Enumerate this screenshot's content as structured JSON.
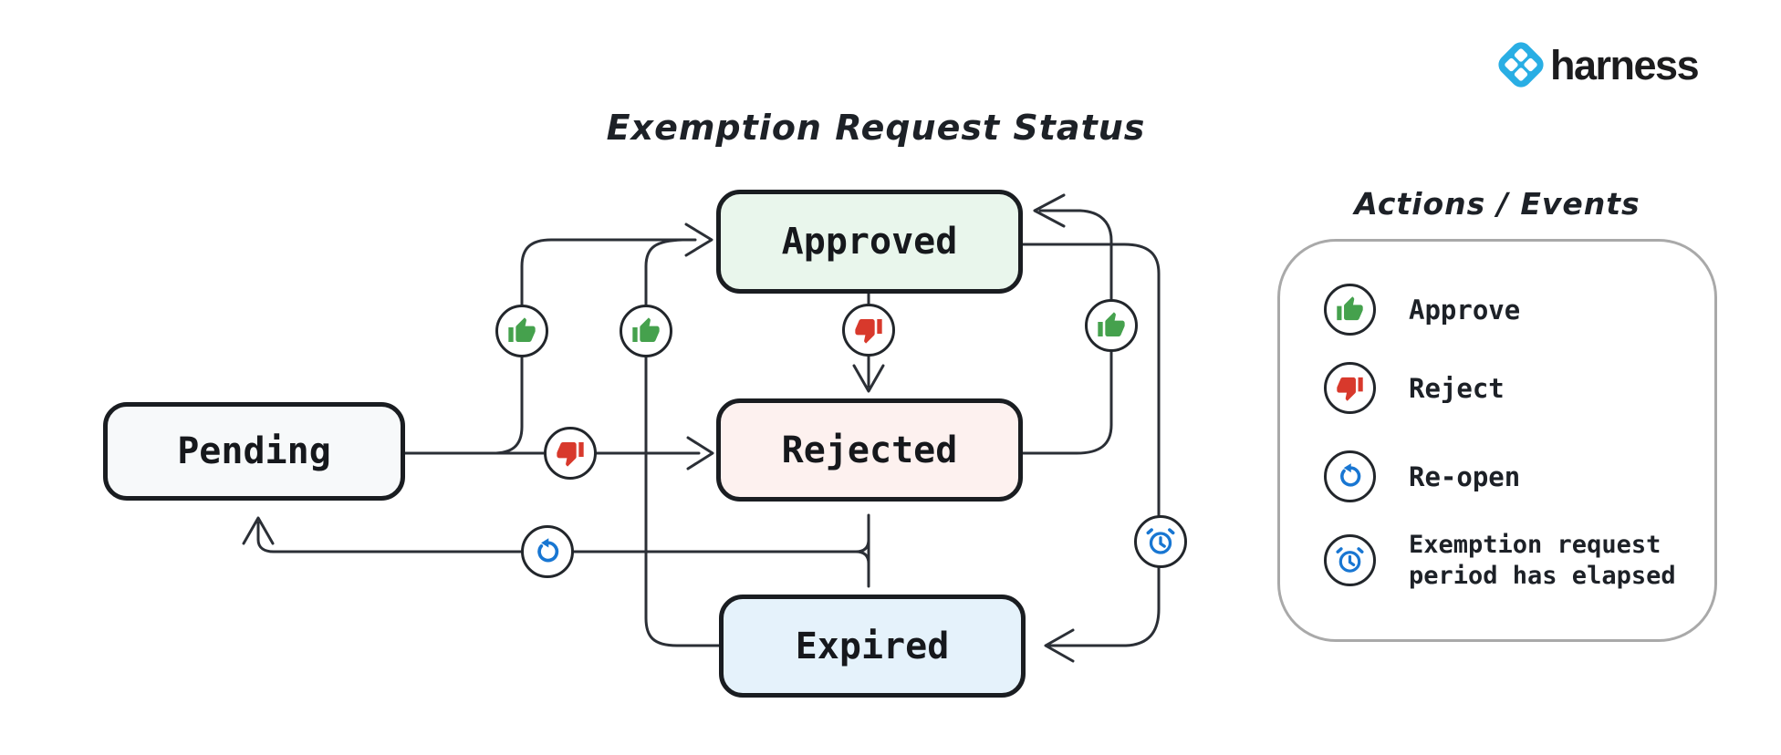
{
  "title": "Exemption Request Status",
  "brand": {
    "name": "harness"
  },
  "diagram": {
    "states": [
      {
        "name": "pending",
        "label": "Pending",
        "fill": "#f7f9fa"
      },
      {
        "name": "approved",
        "label": "Approved",
        "fill": "#e9f6ec"
      },
      {
        "name": "rejected",
        "label": "Rejected",
        "fill": "#fdf1ef"
      },
      {
        "name": "expired",
        "label": "Expired",
        "fill": "#e5f2fb"
      }
    ],
    "transitions": [
      {
        "from": "Pending",
        "to": "Approved",
        "action": "Approve"
      },
      {
        "from": "Pending",
        "to": "Rejected",
        "action": "Reject"
      },
      {
        "from": "Approved",
        "to": "Rejected",
        "action": "Reject"
      },
      {
        "from": "Rejected",
        "to": "Approved",
        "action": "Approve"
      },
      {
        "from": "Expired",
        "to": "Approved",
        "action": "Approve"
      },
      {
        "from": "Approved",
        "to": "Expired",
        "action": "Exemption request period has elapsed"
      },
      {
        "from": "Rejected / Expired",
        "to": "Pending",
        "action": "Re-open"
      }
    ]
  },
  "legend": {
    "title": "Actions / Events",
    "items": [
      {
        "icon": "thumbs-up-icon",
        "label": "Approve",
        "color": "#45a14d"
      },
      {
        "icon": "thumbs-down-icon",
        "label": "Reject",
        "color": "#d8392c"
      },
      {
        "icon": "reopen-icon",
        "label": "Re-open",
        "color": "#1876d2"
      },
      {
        "icon": "alarm-clock-icon",
        "label": "Exemption request period has elapsed",
        "color": "#1876d2"
      }
    ]
  },
  "colors": {
    "line": "#2b2f36",
    "box_border": "#1a1d21",
    "green": "#45a14d",
    "red": "#d8392c",
    "blue": "#1876d2",
    "brand_blue": "#29aee4"
  }
}
